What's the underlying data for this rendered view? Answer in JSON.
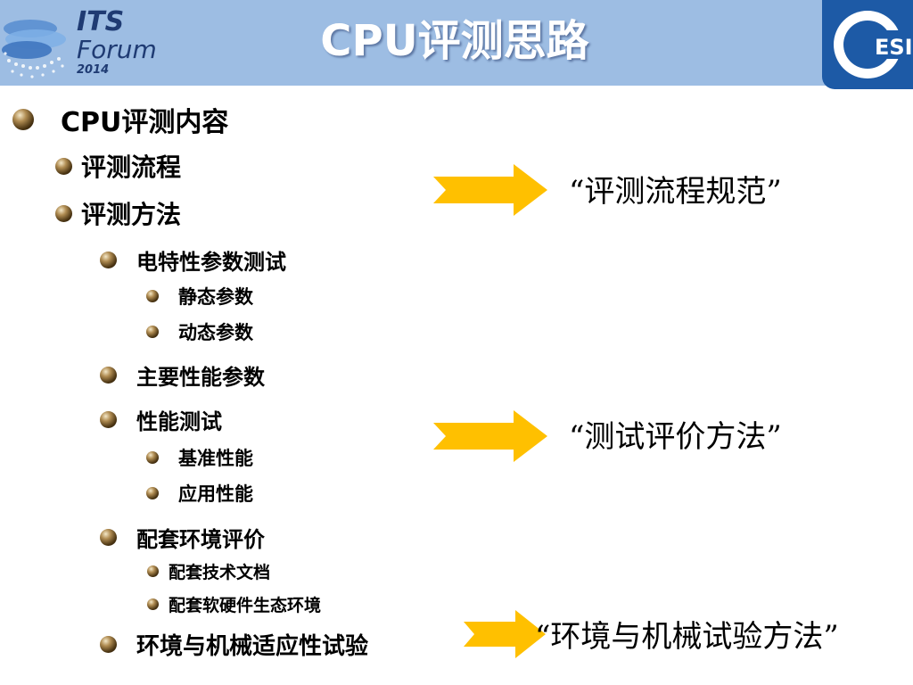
{
  "header": {
    "logo_left": {
      "line1": "ITS",
      "line2": "Forum",
      "line3": "2014"
    },
    "title": "CPU评测思路",
    "logo_right": {
      "text": "ESI"
    }
  },
  "outline": {
    "level1": "CPU评测内容",
    "process": "评测流程",
    "method": "评测方法",
    "electrical": "电特性参数测试",
    "static_params": "静态参数",
    "dynamic_params": "动态参数",
    "main_perf_params": "主要性能参数",
    "perf_test": "性能测试",
    "benchmark_perf": "基准性能",
    "application_perf": "应用性能",
    "ecosystem_eval": "配套环境评价",
    "tech_docs": "配套技术文档",
    "sw_hw_ecosystem": "配套软硬件生态环境",
    "env_mech_test": "环境与机械适应性试验"
  },
  "arrows": {
    "spec": "“评测流程规范”",
    "eval_method": "“测试评价方法”",
    "env_method": "“环境与机械试验方法”"
  },
  "colors": {
    "header_bg": "#9dbde3",
    "arrow_fill": "#ffc000",
    "esi_blue": "#1d5aa6"
  },
  "icons": {
    "bullet": "bronze-sphere-bullet-icon",
    "arrow": "right-arrow-icon"
  }
}
